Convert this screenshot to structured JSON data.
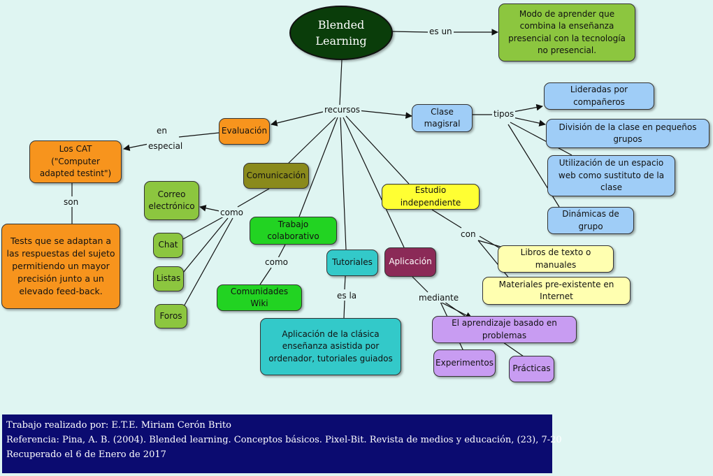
{
  "nodes": {
    "main": "Blended Learning",
    "definition": "Modo de aprender que combina la enseñanza presencial con la tecnología no presencial.",
    "evaluacion": "Evaluación",
    "cat": "Los CAT (\"Computer adapted testint\")",
    "tests": "Tests que se adaptan a las respuestas del sujeto permitiendo un mayor precisión junto a un elevado feed-back.",
    "comunicacion": "Comunicación",
    "correo": "Correo electrónico",
    "chat": "Chat",
    "listas": "Listas",
    "foros": "Foros",
    "trabajo": "Trabajo colaborativo",
    "wiki": "Comunidades Wiki",
    "tutoriales": "Tutoriales",
    "tutoriales_desc": "Aplicación de la clásica enseñanza asistida por ordenador, tutoriales guiados",
    "aplicacion": "Aplicación",
    "abp": "El aprendizaje basado en problemas",
    "experimentos": "Experimentos",
    "practicas": "Prácticas",
    "estudio": "Estudio independiente",
    "libros": "Libros de texto o manuales",
    "materiales": "Materiales pre-existente en Internet",
    "clase": "Clase magisral",
    "lideradas": "Lideradas por compañeros",
    "division": "División de la clase en pequeños grupos",
    "espacio": "Utilización de un espacio web como sustituto de la clase",
    "dinamicas": "Dinámicas de grupo"
  },
  "links": {
    "es_un": "es un",
    "recursos": "recursos",
    "en_especial": "en especial",
    "son": "son",
    "como1": "como",
    "como2": "como",
    "es_la": "es la",
    "mediante": "mediante",
    "con": "con",
    "tipos": "tipos"
  },
  "footer": {
    "line1": "Trabajo realizado por: E.T.E. Miriam Cerón Brito",
    "line2": "Referencia: Pina, A. B. (2004). Blended learning. Conceptos básicos. Pixel-Bit. Revista de medios y educación, (23), 7-20",
    "line3": "Recuperado el 6 de Enero de 2017"
  },
  "colors": {
    "background": "#dff5f2",
    "footer": "#0b0b70",
    "main": "#0a3d0a"
  }
}
